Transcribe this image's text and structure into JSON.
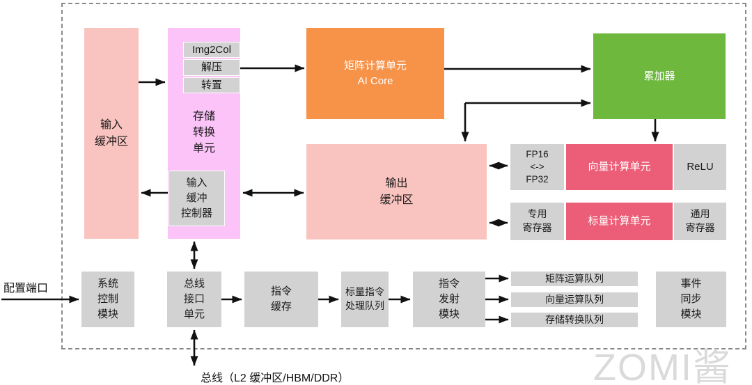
{
  "colors": {
    "buffer_pink": "#f9c3bf",
    "mte_magenta": "#fbc3f8",
    "cube_orange": "#f79249",
    "accumulator_green": "#6fb83e",
    "unit_red": "#ec5d77",
    "module_gray": "#d2d2d2",
    "arrow_black": "#111111",
    "boundary_dash_gray": "#8a8a8a",
    "watermark_gray": "#d6d6d6"
  },
  "diagram": {
    "buffers": {
      "input_buffer": "输入\n缓冲区",
      "output_buffer": "输出\n缓冲区"
    },
    "mte": {
      "label": "存储\n转换\n单元",
      "img2col": "Img2Col",
      "decompress": "解压",
      "transpose": "转置",
      "input_buffer_controller": "输入\n缓冲\n控制器"
    },
    "compute": {
      "cube_unit": "矩阵计算单元\nAI Core",
      "accumulator": "累加器",
      "fp_convert": "FP16\n<->\nFP32",
      "vector_unit": "向量计算单元",
      "relu": "ReLU",
      "special_registers": "专用\n寄存器",
      "scalar_unit": "标量计算单元",
      "general_registers": "通用\n寄存器"
    },
    "control": {
      "system_control": "系统\n控制\n模块",
      "bus_interface": "总线\n接口\n单元",
      "instruction_cache": "指令\n缓存",
      "scalar_instruction_queue": "标量指令\n处理队列",
      "instruction_dispatch": "指令\n发射\n模块",
      "matrix_queue": "矩阵运算队列",
      "vector_queue": "向量运算队列",
      "mte_queue": "存储转换队列",
      "event_sync": "事件\n同步\n模块"
    },
    "external": {
      "config_port": "配置端口",
      "bus_label": "总线（L2 缓冲区/HBM/DDR）"
    },
    "watermark": "ZOMI酱"
  }
}
